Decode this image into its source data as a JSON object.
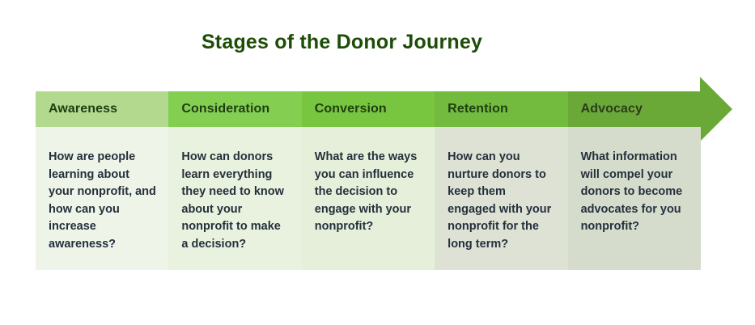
{
  "title": "Stages of the Donor Journey",
  "theme": {
    "title_color": "#1d4d06",
    "arrow_color": "#6aa938",
    "body_text_color": "#25303c",
    "page_background": "#ffffff"
  },
  "stages": [
    {
      "name": "Awareness",
      "question": "How are people learning about your nonprofit, and how can you increase awareness?",
      "header_color": "#b2d98e",
      "body_color": "#eef4e7",
      "header_text_color": "#1f3d12"
    },
    {
      "name": "Consideration",
      "question": "How can donors learn everything they need to know about your nonprofit to make a decision?",
      "header_color": "#84cf52",
      "body_color": "#e9f2df",
      "header_text_color": "#1f3d12"
    },
    {
      "name": "Conversion",
      "question": "What are the ways you can influence the decision to engage with your nonprofit?",
      "header_color": "#78c63f",
      "body_color": "#e5efda",
      "header_text_color": "#1f3d12"
    },
    {
      "name": "Retention",
      "question": "How can you nurture donors to keep them engaged with your nonprofit for the long term?",
      "header_color": "#72bb3e",
      "body_color": "#dde2d5",
      "header_text_color": "#1f3d12"
    },
    {
      "name": "Advocacy",
      "question": "What information will compel your donors to become advocates for you nonprofit?",
      "header_color": "#6aa938",
      "body_color": "#d6dccc",
      "header_text_color": "#2a3d1b"
    }
  ]
}
